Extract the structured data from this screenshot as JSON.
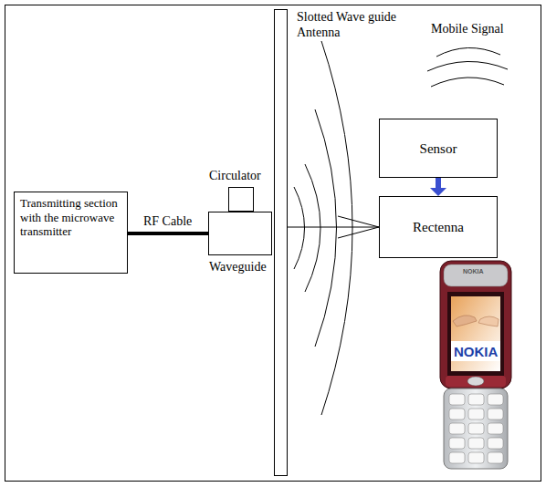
{
  "diagram": {
    "nodes": [
      {
        "text": [
          "Transmitting section with the microwave transmitter"
        ]
      },
      {
        "text": [
          "Circulator"
        ]
      },
      {
        "text": [
          "Waveguide"
        ]
      },
      {
        "text": [
          "Slotted Wave guide Antenna"
        ]
      },
      {
        "text": [
          "Sensor"
        ]
      },
      {
        "text": [
          "Rectenna"
        ]
      }
    ],
    "edges": [
      {
        "from": 0,
        "to": 2,
        "arrow": "none",
        "label": "RF Cable"
      },
      {
        "from": 3,
        "to": 5,
        "arrow": "to"
      },
      {
        "from": 4,
        "to": 5,
        "arrow": "to"
      }
    ],
    "labels": [
      "Mobile Signal",
      "NOKIA",
      "NOKIA"
    ]
  }
}
